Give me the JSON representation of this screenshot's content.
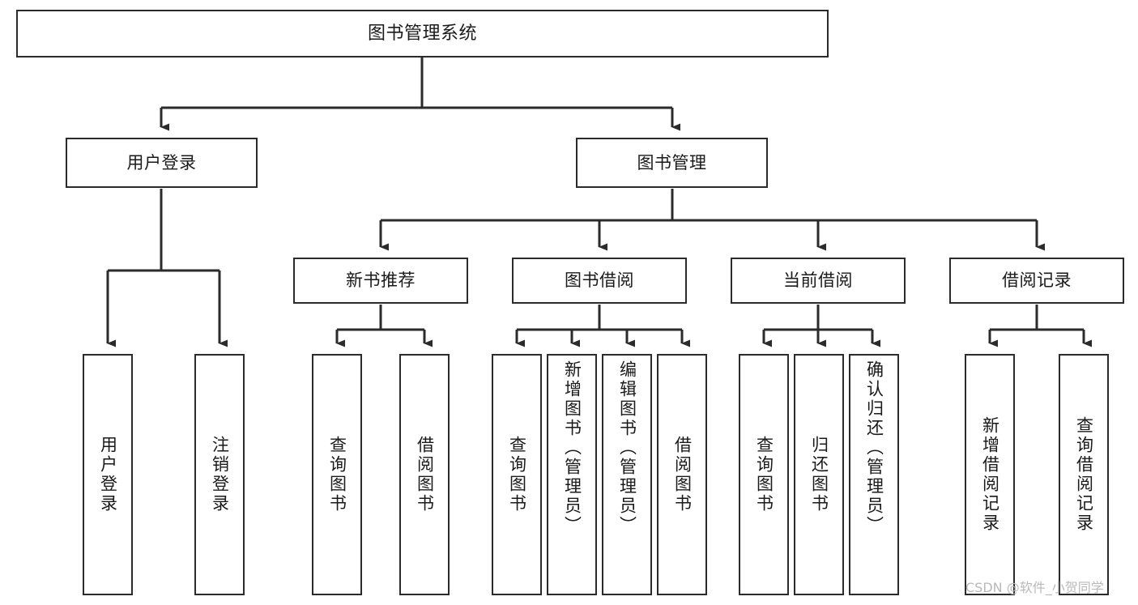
{
  "diagram": {
    "type": "tree",
    "title": "图书管理系统",
    "watermark": "CSDN @软件_小贺同学",
    "colors": {
      "background": "#ffffff",
      "border": "#2b2b2b",
      "text": "#1a1a1a",
      "connector": "#2b2b2b",
      "watermark": "#b9b9b9"
    },
    "nodes": {
      "root": {
        "label": "图书管理系统"
      },
      "level2": [
        {
          "label": "用户登录"
        },
        {
          "label": "图书管理"
        }
      ],
      "level3": [
        {
          "label": "新书推荐"
        },
        {
          "label": "图书借阅"
        },
        {
          "label": "当前借阅"
        },
        {
          "label": "借阅记录"
        }
      ],
      "leaves": {
        "user_login": [
          {
            "label": "用户登录"
          },
          {
            "label": "注销登录"
          }
        ],
        "new_book_recommend": [
          {
            "label": "查询图书"
          },
          {
            "label": "借阅图书"
          }
        ],
        "book_borrow": [
          {
            "label": "查询图书"
          },
          {
            "label": "新增图书（管理员）"
          },
          {
            "label": "编辑图书（管理员）"
          },
          {
            "label": "借阅图书"
          }
        ],
        "current_borrow": [
          {
            "label": "查询图书"
          },
          {
            "label": "归还图书"
          },
          {
            "label": "确认归还（管理员）"
          }
        ],
        "borrow_records": [
          {
            "label": "新增借阅记录"
          },
          {
            "label": "查询借阅记录"
          }
        ]
      }
    }
  }
}
